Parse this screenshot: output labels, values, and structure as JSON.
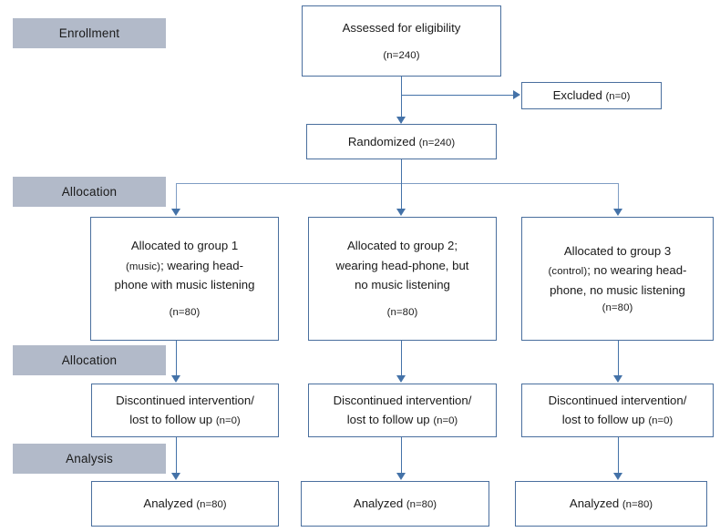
{
  "diagram": {
    "title": "CONSORT participant flow diagram",
    "colors": {
      "band_fill": "#b2bac9",
      "box_border": "#4a6f9e",
      "connector": "#4472a8",
      "connector_light": "#7f9dc4",
      "background": "#ffffff",
      "text": "#1a1a1a"
    }
  },
  "bands": [
    {
      "id": "enrollment",
      "label": "Enrollment"
    },
    {
      "id": "allocation",
      "label": "Allocation"
    },
    {
      "id": "allocation2",
      "label": "Allocation"
    },
    {
      "id": "analysis",
      "label": "Analysis"
    }
  ],
  "nodes": {
    "assessed": {
      "line1": "Assessed for eligibility",
      "n": "(n=240)"
    },
    "excluded": {
      "label": "Excluded ",
      "n": "(n=0)"
    },
    "randomized": {
      "label": "Randomized ",
      "n": "(n=240)"
    },
    "group1": {
      "line1": "Allocated to group 1",
      "line2_small": "(music)",
      "line2_rest": "; wearing head-",
      "line3": "phone with music listening",
      "n": "(n=80)"
    },
    "group2": {
      "line1": "Allocated to group 2;",
      "line2": "wearing head-phone, but",
      "line3": "no music listening",
      "n": "(n=80)"
    },
    "group3": {
      "line1": "Allocated to group 3",
      "line2_small": "(control)",
      "line2_rest": "; no wearing head-",
      "line3": "phone, no music listening",
      "n": "(n=80)"
    },
    "discontinued1": {
      "line1": "Discontinued intervention/",
      "line2": "lost to follow up ",
      "n": "(n=0)"
    },
    "discontinued2": {
      "line1": "Discontinued intervention/",
      "line2": "lost to follow up ",
      "n": "(n=0)"
    },
    "discontinued3": {
      "line1": "Discontinued intervention/",
      "line2": "lost to follow up ",
      "n": "(n=0)"
    },
    "analyzed1": {
      "label": "Analyzed ",
      "n": "(n=80)"
    },
    "analyzed2": {
      "label": "Analyzed ",
      "n": "(n=80)"
    },
    "analyzed3": {
      "label": "Analyzed ",
      "n": "(n=80)"
    }
  }
}
